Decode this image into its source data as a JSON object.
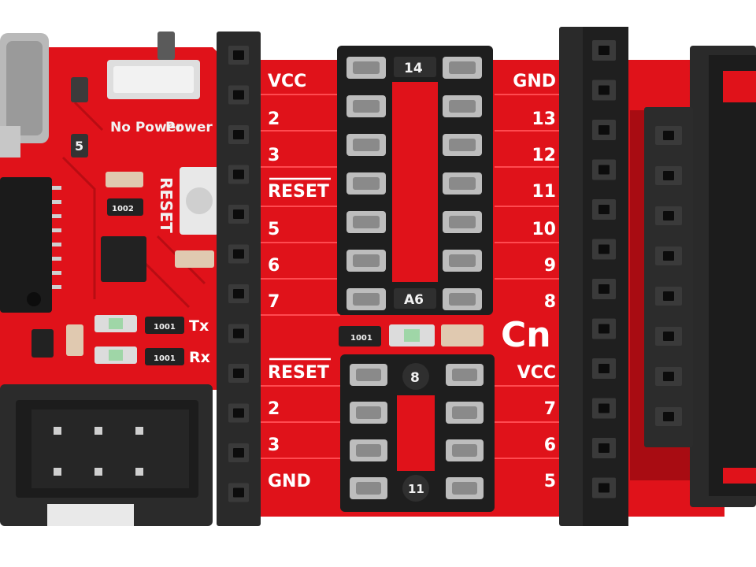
{
  "colors": {
    "pcb": "#e0121a",
    "pcb_dark": "#b80d13",
    "header": "#2a2a2a",
    "header_hole": "#111111",
    "socket": "#1e1e1e",
    "contact": "#c9c9c9",
    "silk": "#ffffff"
  },
  "programmer": {
    "switch_left_label": "No Power",
    "switch_right_label": "Power Target",
    "reset_label": "RESET",
    "tx_label": "Tx",
    "rx_label": "Rx",
    "badge": "5",
    "resistors": [
      "1002",
      "1001",
      "1001",
      "1001"
    ]
  },
  "left_labels": [
    "VCC",
    "2",
    "3",
    "RESET",
    "5",
    "6",
    "7",
    "RESET",
    "2",
    "3",
    "GND"
  ],
  "right_labels": [
    "GND",
    "13",
    "12",
    "11",
    "10",
    "9",
    "8",
    "VCC",
    "7",
    "6",
    "5"
  ],
  "socket14": {
    "top_mark": "14",
    "bottom_mark": "A6"
  },
  "socket8": {
    "top_mark": "8",
    "bottom_mark": "11"
  },
  "logo": "Cn",
  "middle_resistor": "1001"
}
